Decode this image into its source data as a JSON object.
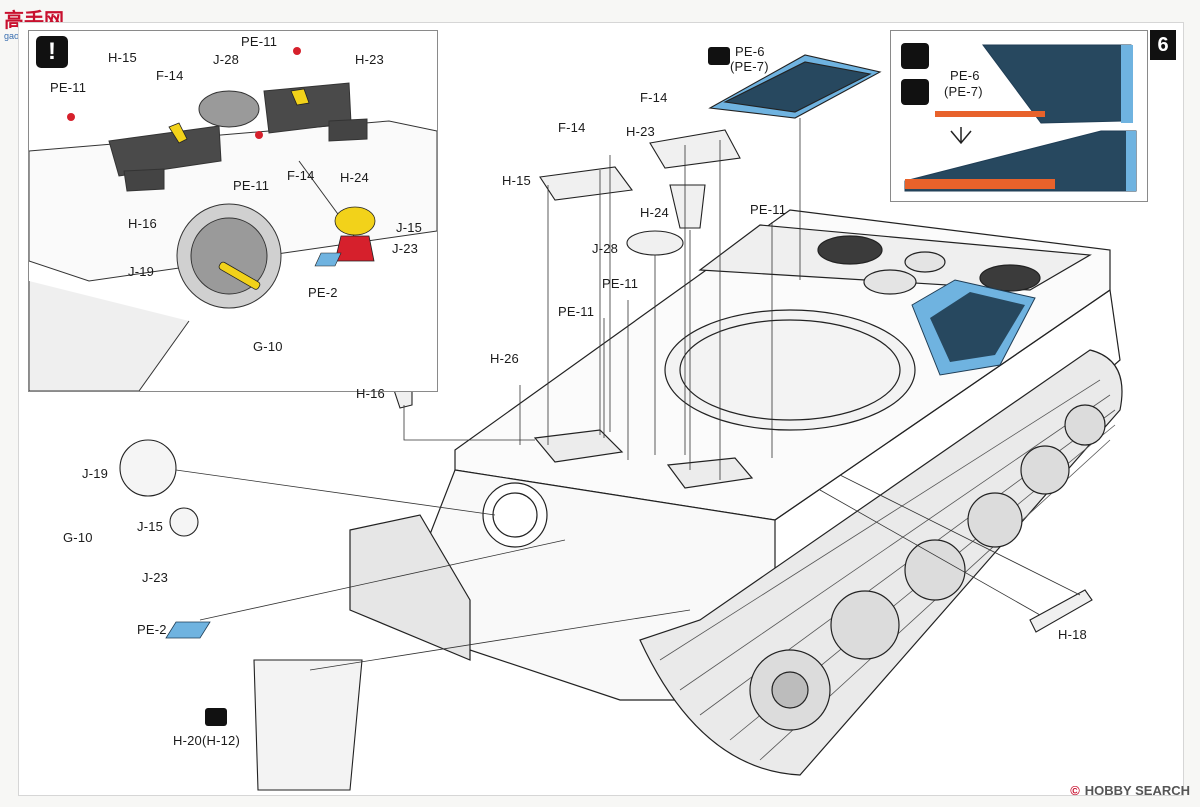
{
  "watermark": {
    "text": "高手网",
    "sub": "gao-shou.com"
  },
  "step_number": "6",
  "warning_symbol": "!",
  "footer": {
    "brand": "HOBBY SEARCH",
    "page_no": ""
  },
  "colors": {
    "highlight_yellow": "#f2d21a",
    "highlight_red": "#d6202c",
    "highlight_blue": "#6fb3e0",
    "mesh_dark": "#27485f",
    "frame_orange": "#e8622b"
  },
  "inset_left_labels": {
    "h15": "H-15",
    "j28": "J-28",
    "pe11_top": "PE-11",
    "h23": "H-23",
    "pe11_left": "PE-11",
    "f14_a": "F-14",
    "pe11_mid": "PE-11",
    "f14_b": "F-14",
    "h24": "H-24",
    "h16": "H-16",
    "j15": "J-15",
    "j23": "J-23",
    "j19": "J-19",
    "pe2": "PE-2",
    "g10": "G-10"
  },
  "inset_right_labels": {
    "pe6": "PE-6",
    "pe7": "(PE-7)"
  },
  "main_labels": {
    "pe6": "PE-6",
    "pe7": "(PE-7)",
    "f14_a": "F-14",
    "f14_b": "F-14",
    "h23": "H-23",
    "h15": "H-15",
    "h24": "H-24",
    "pe11_a": "PE-11",
    "j28": "J-28",
    "pe11_b": "PE-11",
    "pe11_c": "PE-11",
    "h26": "H-26",
    "h16": "H-16",
    "j19": "J-19",
    "g10": "G-10",
    "j15": "J-15",
    "j23": "J-23",
    "pe2": "PE-2",
    "h20": "H-20(H-12)",
    "h18": "H-18"
  }
}
